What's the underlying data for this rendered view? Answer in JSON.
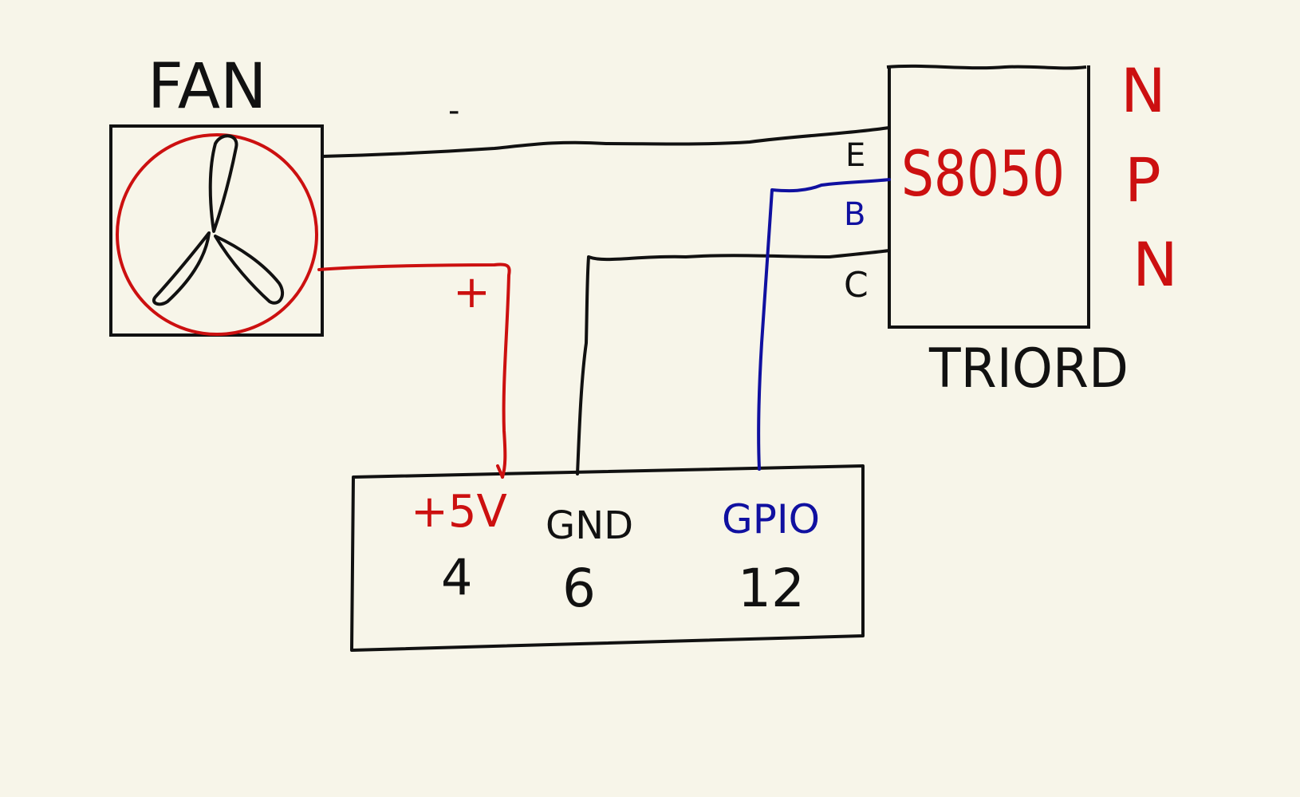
{
  "colors": {
    "background": "#f7f5e9",
    "black": "#111111",
    "red": "#cc1010",
    "blue": "#1010a0"
  },
  "fan": {
    "title": "FAN",
    "icon": "fan-icon",
    "minus_label": "-",
    "plus_label": "+"
  },
  "transistor": {
    "part": "S8050",
    "type_letters": [
      "N",
      "P",
      "N"
    ],
    "pins": {
      "e": "E",
      "b": "B",
      "c": "C"
    },
    "brand": "TRIORD"
  },
  "board": {
    "pins": [
      {
        "name": "+5V",
        "number": "4"
      },
      {
        "name": "GND",
        "number": "6"
      },
      {
        "name": "GPIO",
        "number": "12"
      }
    ]
  }
}
